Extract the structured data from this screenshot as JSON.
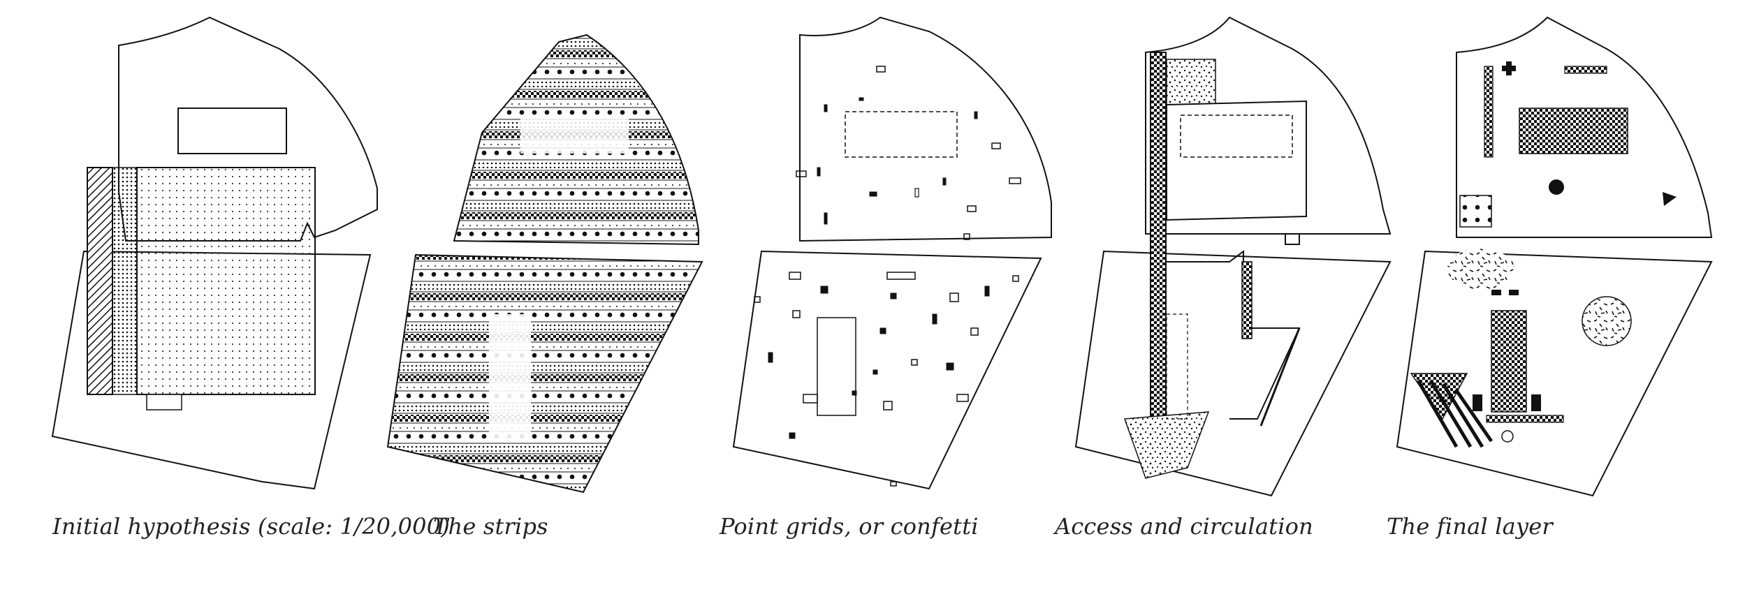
{
  "captions": [
    "Initial hypothesis (scale: 1/20,000)",
    "The strips",
    "Point grids, or confetti",
    "Access and circulation",
    "The final layer"
  ]
}
